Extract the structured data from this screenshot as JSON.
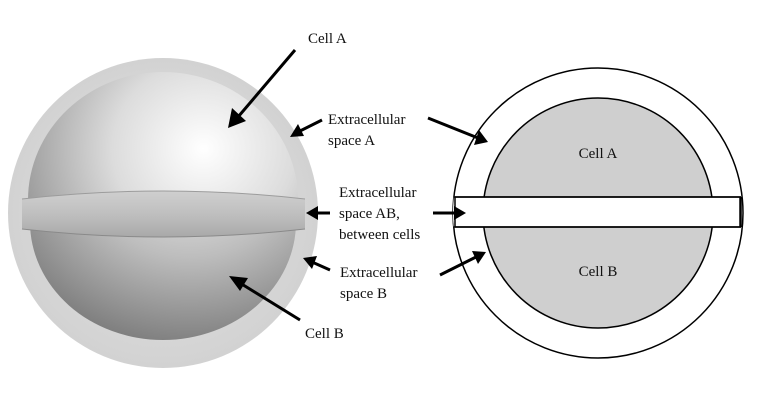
{
  "labels": {
    "cell_a": "Cell A",
    "cell_b": "Cell B",
    "extra_a_line1": "Extracellular",
    "extra_a_line2": "space A",
    "extra_ab_line1": "Extracellular",
    "extra_ab_line2": "space AB,",
    "extra_ab_line3": "between cells",
    "extra_b_line1": "Extracellular",
    "extra_b_line2": "space B"
  },
  "schematic": {
    "cell_a": "Cell A",
    "cell_b": "Cell B"
  }
}
